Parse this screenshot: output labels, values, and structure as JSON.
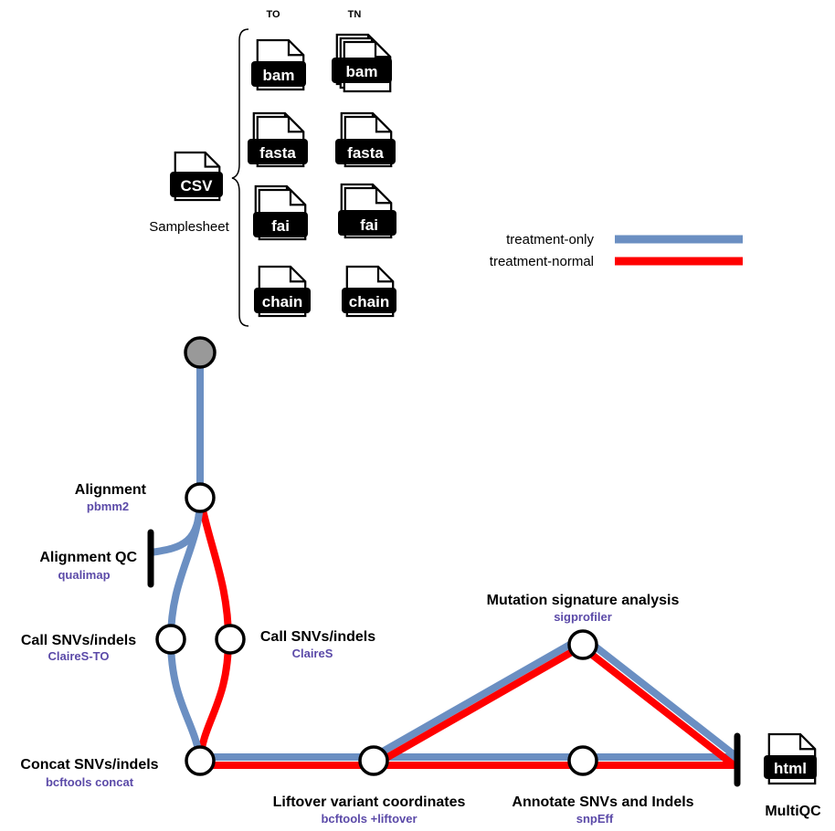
{
  "colors": {
    "treatment_only": "#6b8fc2",
    "treatment_normal": "#ff0000",
    "tool_text": "#5b4aa8",
    "start_node": "#999999"
  },
  "columns": {
    "to": "TO",
    "tn": "TN"
  },
  "files": [
    "bam",
    "fasta",
    "fai",
    "chain"
  ],
  "samplesheet": {
    "icon_label": "CSV",
    "label": "Samplesheet"
  },
  "legend": {
    "treatment_only": "treatment-only",
    "treatment_normal": "treatment-normal"
  },
  "steps": {
    "alignment": {
      "name": "Alignment",
      "tool": "pbmm2"
    },
    "alignment_qc": {
      "name": "Alignment QC",
      "tool": "qualimap"
    },
    "call_to": {
      "name": "Call SNVs/indels",
      "tool": "ClaireS-TO"
    },
    "call_tn": {
      "name": "Call SNVs/indels",
      "tool": "ClaireS"
    },
    "concat": {
      "name": "Concat SNVs/indels",
      "tool": "bcftools concat"
    },
    "liftover": {
      "name": "Liftover variant coordinates",
      "tool": "bcftools +liftover"
    },
    "annotate": {
      "name": "Annotate SNVs and Indels",
      "tool": "snpEff"
    },
    "signature": {
      "name": "Mutation signature analysis",
      "tool": "sigprofiler"
    },
    "multiqc": {
      "icon_label": "html",
      "tool": "MultiQC"
    }
  }
}
